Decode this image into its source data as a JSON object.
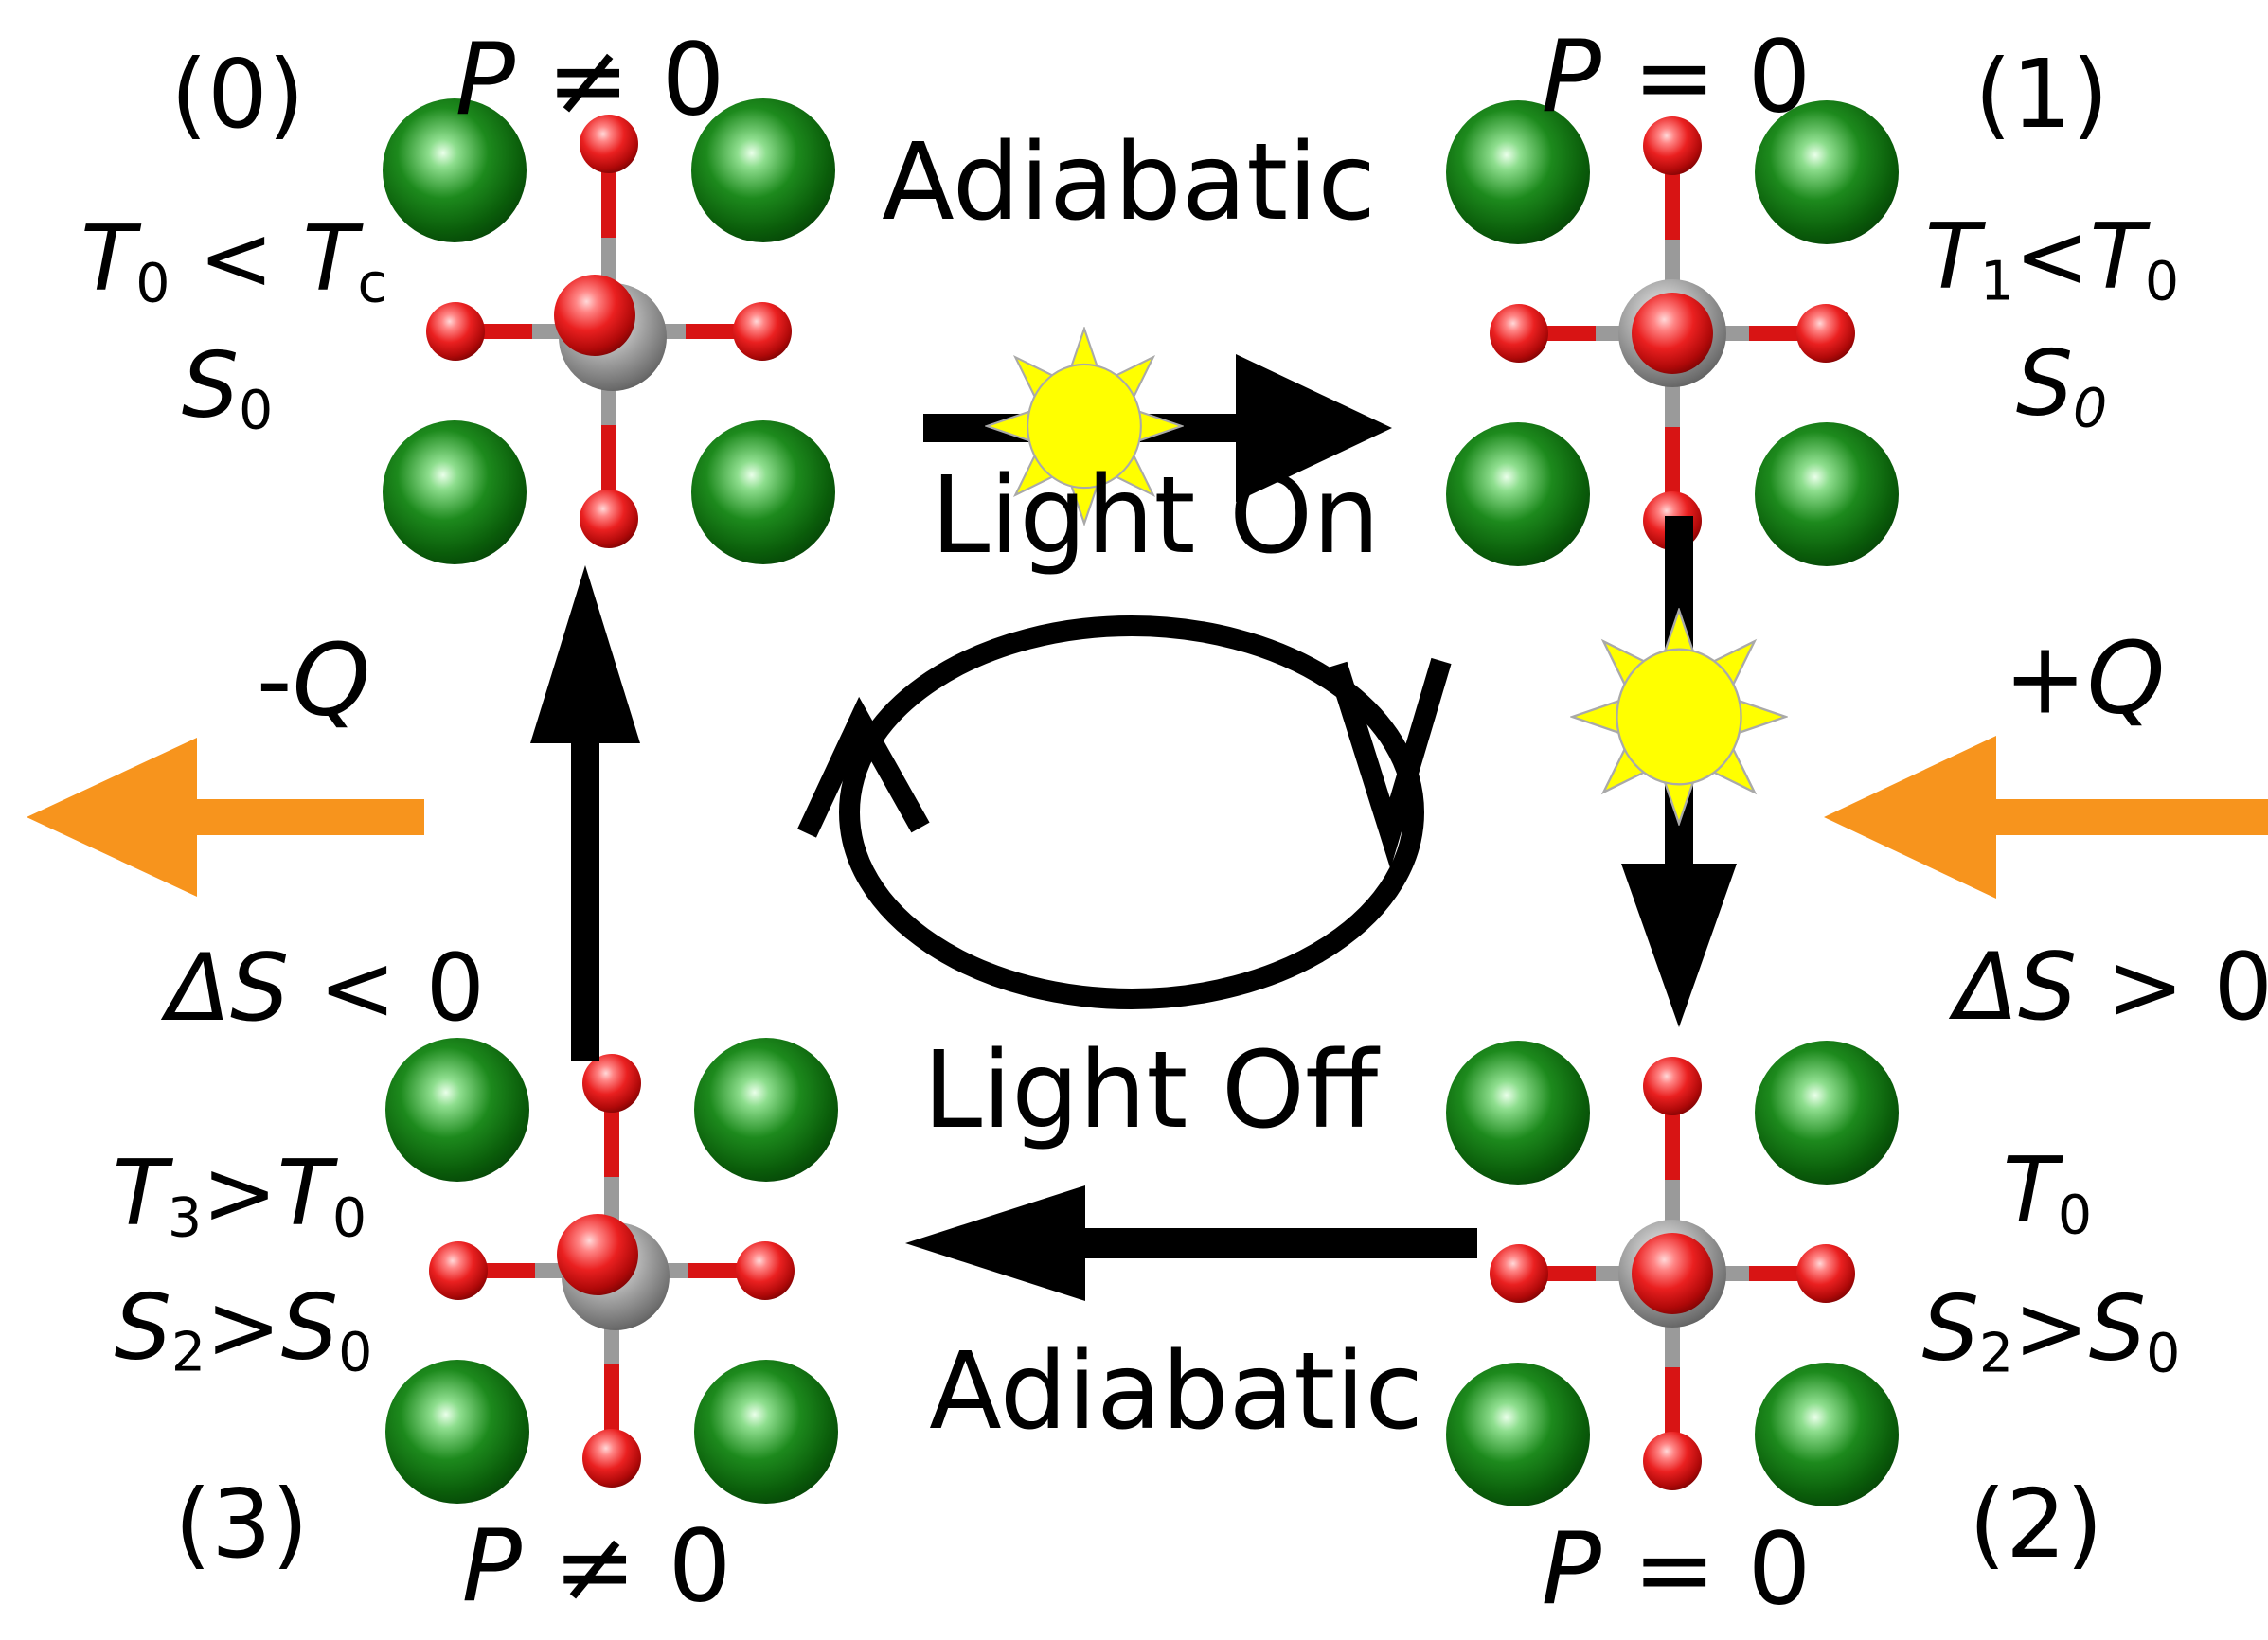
{
  "figure": {
    "description_labels": {
      "adiabatic_top": "Adiabatic",
      "light_on": "Light On",
      "light_off": "Light Off",
      "adiabatic_bottom": "Adiabatic"
    }
  },
  "states": {
    "state0": {
      "index": "(0)",
      "polarization": [
        {
          "text": "P",
          "cls": "it"
        },
        {
          "text": " ≠ 0"
        }
      ],
      "temperature": [
        {
          "text": "T",
          "cls": "it"
        },
        {
          "text": "0",
          "cls": "sub"
        },
        {
          "text": " < "
        },
        {
          "text": "T",
          "cls": "it"
        },
        {
          "text": "c",
          "cls": "sub"
        }
      ],
      "entropy": [
        {
          "text": "S",
          "cls": "it"
        },
        {
          "text": "0",
          "cls": "sub"
        }
      ]
    },
    "state1": {
      "index": "(1)",
      "polarization": [
        {
          "text": "P",
          "cls": "it"
        },
        {
          "text": " = 0"
        }
      ],
      "temperature": [
        {
          "text": "T",
          "cls": "it"
        },
        {
          "text": "1",
          "cls": "sub"
        },
        {
          "text": "<"
        },
        {
          "text": "T",
          "cls": "it"
        },
        {
          "text": "0",
          "cls": "sub"
        }
      ],
      "entropy": [
        {
          "text": "S",
          "cls": "it"
        },
        {
          "text": "0",
          "cls": "sub it"
        }
      ]
    },
    "state2": {
      "index": "(2)",
      "polarization": [
        {
          "text": "P",
          "cls": "it"
        },
        {
          "text": " = 0"
        }
      ],
      "temperature": [
        {
          "text": "T",
          "cls": "it"
        },
        {
          "text": "0",
          "cls": "sub"
        }
      ],
      "entropy": [
        {
          "text": "S",
          "cls": "it"
        },
        {
          "text": "2",
          "cls": "sub"
        },
        {
          "text": ">"
        },
        {
          "text": "S",
          "cls": "it"
        },
        {
          "text": "0",
          "cls": "sub"
        }
      ]
    },
    "state3": {
      "index": "(3)",
      "polarization": [
        {
          "text": "P",
          "cls": "it"
        },
        {
          "text": " ≠ 0"
        }
      ],
      "temperature": [
        {
          "text": "T",
          "cls": "it"
        },
        {
          "text": "3",
          "cls": "sub"
        },
        {
          "text": ">"
        },
        {
          "text": "T",
          "cls": "it"
        },
        {
          "text": "0",
          "cls": "sub"
        }
      ],
      "entropy": [
        {
          "text": "S",
          "cls": "it"
        },
        {
          "text": "2",
          "cls": "sub"
        },
        {
          "text": ">"
        },
        {
          "text": "S",
          "cls": "it"
        },
        {
          "text": "0",
          "cls": "sub"
        }
      ]
    }
  },
  "transitions": {
    "light_on": {
      "process": "Adiabatic",
      "trigger": "Light On"
    },
    "light_off": {
      "trigger": "Light Off",
      "process": "Adiabatic"
    },
    "heat_release": {
      "heat": [
        {
          "text": "-"
        },
        {
          "text": "Q",
          "cls": "it"
        }
      ],
      "entropy_change": [
        {
          "text": "ΔS",
          "cls": "it"
        },
        {
          "text": " < 0"
        }
      ]
    },
    "heat_absorption": {
      "heat": [
        {
          "text": "+"
        },
        {
          "text": "Q",
          "cls": "it"
        }
      ],
      "entropy_change": [
        {
          "text": "ΔS",
          "cls": "it"
        },
        {
          "text": " > 0"
        }
      ]
    }
  },
  "colors": {
    "background": "#ffffff",
    "text": "#000000",
    "green_atom": "#0a6b0a",
    "red_atom": "#dd1515",
    "gray_atom": "#8e8e8e",
    "orange_heat_arrow": "#f7941d",
    "sun_yellow": "#ffff00",
    "black_arrow": "#000000"
  }
}
